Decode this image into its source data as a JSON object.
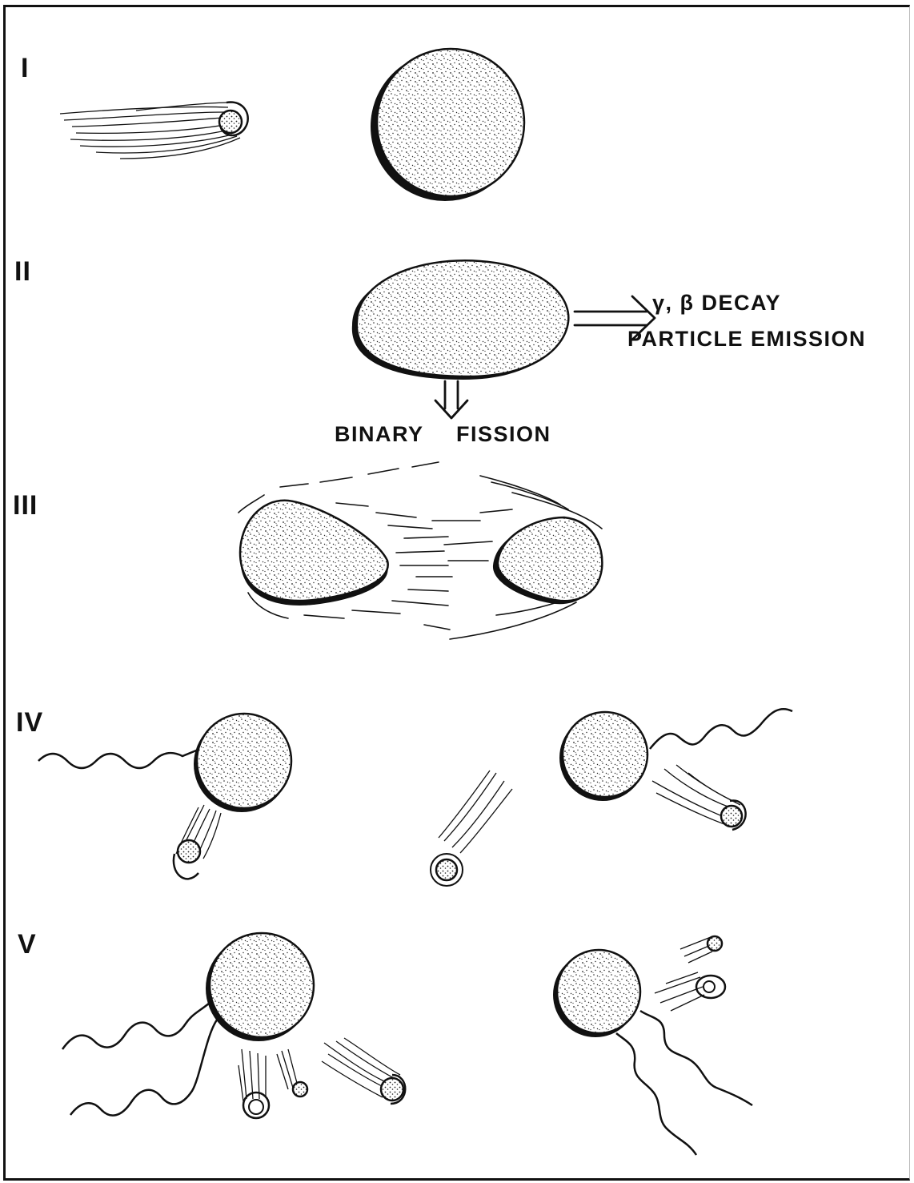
{
  "stages": [
    {
      "id": "stage-1",
      "label": "I"
    },
    {
      "id": "stage-2",
      "label": "II"
    },
    {
      "id": "stage-3",
      "label": "III"
    },
    {
      "id": "stage-4",
      "label": "IV"
    },
    {
      "id": "stage-5",
      "label": "V"
    }
  ],
  "captions": {
    "decay": "γ, β DECAY",
    "emission": "PARTICLE EMISSION",
    "fission_left": "BINARY",
    "fission_right": "FISSION"
  },
  "style": {
    "ink": "#111111",
    "paper": "#ffffff"
  }
}
